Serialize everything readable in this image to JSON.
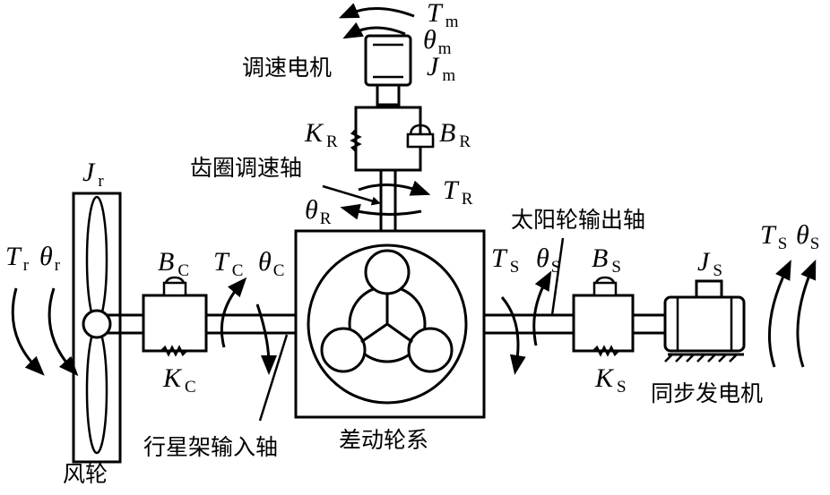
{
  "labels": {
    "motor": "调速电机",
    "ring_shaft": "齿圈调速轴",
    "sun_shaft": "太阳轮输出轴",
    "carrier_shaft": "行星架输入轴",
    "differential": "差动轮系",
    "rotor": "风轮",
    "generator": "同步发电机"
  },
  "symbols": {
    "Tm": {
      "main": "T",
      "sub": "m"
    },
    "theta_m": {
      "main": "θ",
      "sub": "m"
    },
    "Jm": {
      "main": "J",
      "sub": "m"
    },
    "KR": {
      "main": "K",
      "sub": "R"
    },
    "BR": {
      "main": "B",
      "sub": "R"
    },
    "TR": {
      "main": "T",
      "sub": "R"
    },
    "theta_R": {
      "main": "θ",
      "sub": "R"
    },
    "Jr": {
      "main": "J",
      "sub": "r"
    },
    "Tr": {
      "main": "T",
      "sub": "r"
    },
    "theta_r": {
      "main": "θ",
      "sub": "r"
    },
    "BC": {
      "main": "B",
      "sub": "C"
    },
    "KC": {
      "main": "K",
      "sub": "C"
    },
    "TC": {
      "main": "T",
      "sub": "C"
    },
    "theta_C": {
      "main": "θ",
      "sub": "C"
    },
    "TS": {
      "main": "T",
      "sub": "S"
    },
    "theta_S": {
      "main": "θ",
      "sub": "S"
    },
    "BS": {
      "main": "B",
      "sub": "S"
    },
    "KS": {
      "main": "K",
      "sub": "S"
    },
    "JS": {
      "main": "J",
      "sub": "S"
    },
    "TS2": {
      "main": "T",
      "sub": "S"
    },
    "theta_S2": {
      "main": "θ",
      "sub": "S"
    }
  },
  "colors": {
    "stroke": "#000000",
    "background": "#ffffff"
  }
}
